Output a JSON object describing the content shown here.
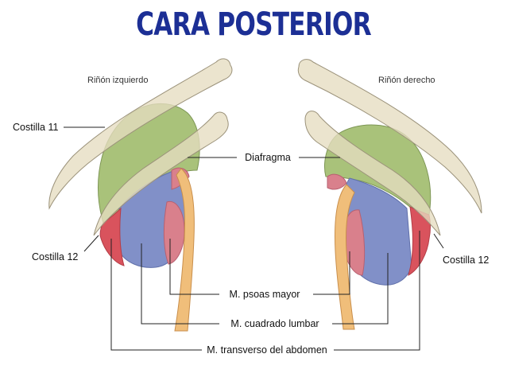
{
  "title": "CARA POSTERIOR",
  "colors": {
    "title": "#1c2f95",
    "diaphragm": "#a9c27a",
    "psoas": "#d9808c",
    "quadratus": "#8190c8",
    "transversus": "#d9535d",
    "rib": "#e6dcc0",
    "rib_stroke": "#9b927a",
    "psoas_tendon": "#f0be7a"
  },
  "labels": {
    "left_kidney": "Riñón izquierdo",
    "right_kidney": "Riñón derecho",
    "rib11": "Costilla 11",
    "rib12_left": "Costilla 12",
    "rib12_right": "Costilla 12",
    "diaphragm": "Diafragma",
    "psoas": "M. psoas mayor",
    "quadratus": "M. cuadrado lumbar",
    "transversus": "M. transverso del abdomen"
  }
}
